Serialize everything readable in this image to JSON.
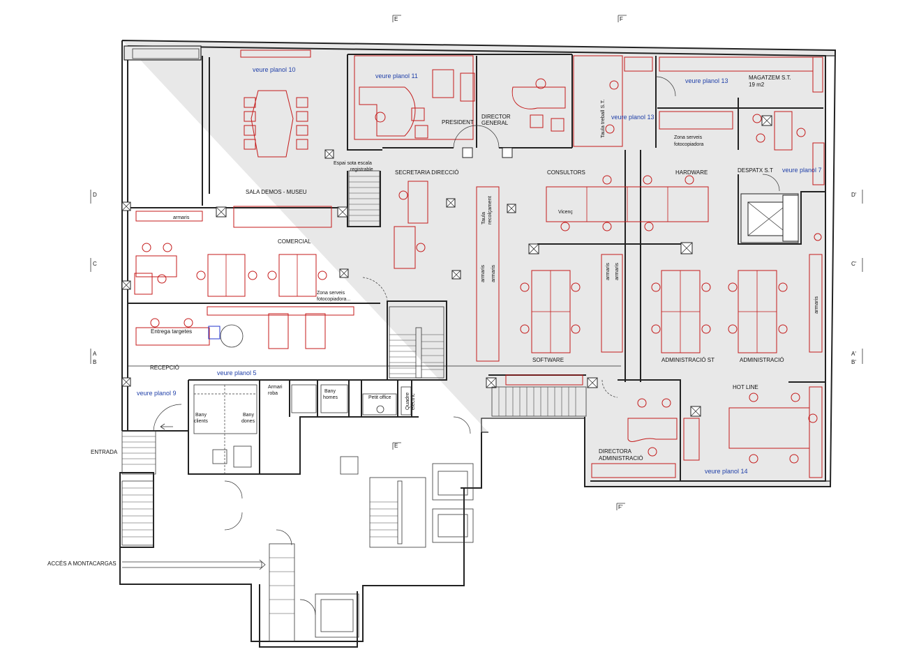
{
  "section_markers": {
    "top_E": "E",
    "top_F": "F",
    "mid_E": "E",
    "bottom_F": "F'",
    "left_D": "D",
    "left_C": "C",
    "left_A": "A",
    "left_B": "B",
    "right_D": "D'",
    "right_C": "C'",
    "right_A": "A'",
    "right_B": "B'"
  },
  "rooms": {
    "sala_demos": "SALA DEMOS  - MUSEU",
    "president": "PRESIDENT",
    "director_general_1": "DIRECTOR",
    "director_general_2": "GENERAL",
    "espai_1": "Espai sota escala",
    "espai_2": "registrable",
    "secretaria": "SECRETARIA DIRECCIÓ",
    "consultors": "CONSULTORS",
    "hardware": "HARDWARE",
    "despatx": "DESPATX S.T",
    "magatzem_1": "MAGATZEM S.T.",
    "magatzem_2": "19 m2",
    "zona_serveis_1": "Zona serveis",
    "zona_serveis_2": "fotocopiadora",
    "comercial": "COMERCIAL",
    "zona_serveis_b1": "Zona serveis",
    "zona_serveis_b2": "fotocopiadora...",
    "entrega": "Entrega  targetes",
    "recepcio": "RECEPCIÓ",
    "software": "SOFTWARE",
    "administracio_st": "ADMINISTRACIÓ  ST",
    "administracio": "ADMINISTRACIÓ",
    "hot_line": "HOT LINE",
    "directora_1": "DIRECTORA",
    "directora_2": "ADMINISTRACIÓ",
    "entrada": "ENTRADA",
    "acces": "ACCÉS A MONTACARGAS",
    "armari_1": "Armari",
    "armari_2": "roba",
    "bany_homes_1": "Bany",
    "bany_homes_2": "homes",
    "bany_clients_1": "Bany",
    "bany_clients_2": "clients",
    "bany_dones_1": "Bany",
    "bany_dones_2": "dones",
    "petit_office": "Petit office",
    "quadre_1": "Quadre",
    "quadre_2": "elèctric",
    "vicenc": "Vicenç",
    "armaris_top": "armaris",
    "taula_recolcament_1": "Taula",
    "taula_recolcament_2": "recolçament",
    "armaris_a": "armaris",
    "armaris_b": "armaris",
    "armaris_c": "armaris",
    "armaris_d": "armaris",
    "armaris_right": "armaris",
    "taula_treball": "Taula treball S.T."
  },
  "plan_refs": {
    "p10": "veure planol 10",
    "p11": "veure planol 11",
    "p13a": "veure planol 13",
    "p13b": "veure planol 13",
    "p7": "veure planol 7",
    "p5": "veure planol 5",
    "p9": "veure planol 9",
    "p14": "veure planol 14"
  }
}
